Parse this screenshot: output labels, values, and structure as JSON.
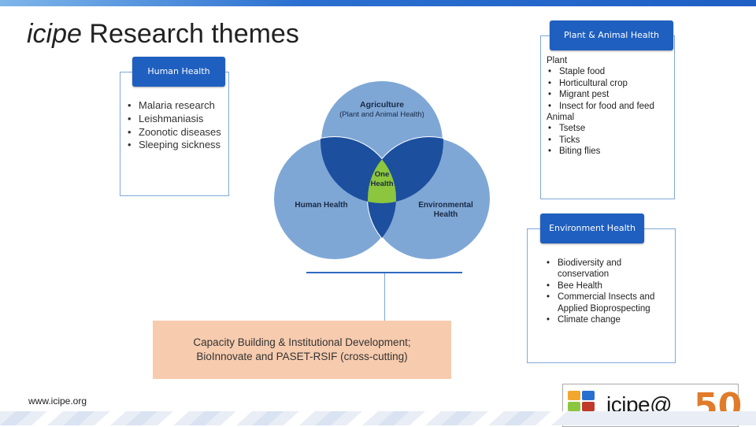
{
  "title": {
    "italic": "icipe",
    "rest": " Research themes"
  },
  "tabs": {
    "human_health": "Human Health",
    "plant_animal_health": "Plant & Animal Health",
    "environment_health": "Environment Health"
  },
  "human_health_items": [
    "Malaria research",
    "Leishmaniasis",
    "Zoonotic diseases",
    "Sleeping sickness"
  ],
  "plant_animal": {
    "plant_heading": "Plant",
    "plant_items": [
      "Staple food",
      "Horticultural crop",
      "Migrant pest",
      "Insect for food and feed"
    ],
    "animal_heading": "Animal",
    "animal_items": [
      "Tsetse",
      "Ticks",
      "Biting flies"
    ]
  },
  "environment_items": [
    "Biodiversity and conservation",
    "Bee Health",
    "Commercial Insects and Applied Bioprospecting",
    "Climate change"
  ],
  "venn": {
    "agriculture": "Agriculture",
    "agriculture_sub": "(Plant and Animal Health)",
    "human": "Human Health",
    "environmental_1": "Environmental",
    "environmental_2": "Health",
    "center_1": "One",
    "center_2": "Health"
  },
  "capacity": "Capacity Building & Institutional Development; BioInnovate and PASET-RSIF (cross-cutting)",
  "url": "www.icipe.org",
  "logo": {
    "name": "icipe@",
    "number": "50"
  },
  "colors": {
    "tab_blue": "#1f5fbf",
    "circle_light": "#7fa7d6",
    "overlap_dark": "#1c4f9e",
    "center_green": "#8cc63f",
    "capacity_bg": "#f7cbae"
  }
}
